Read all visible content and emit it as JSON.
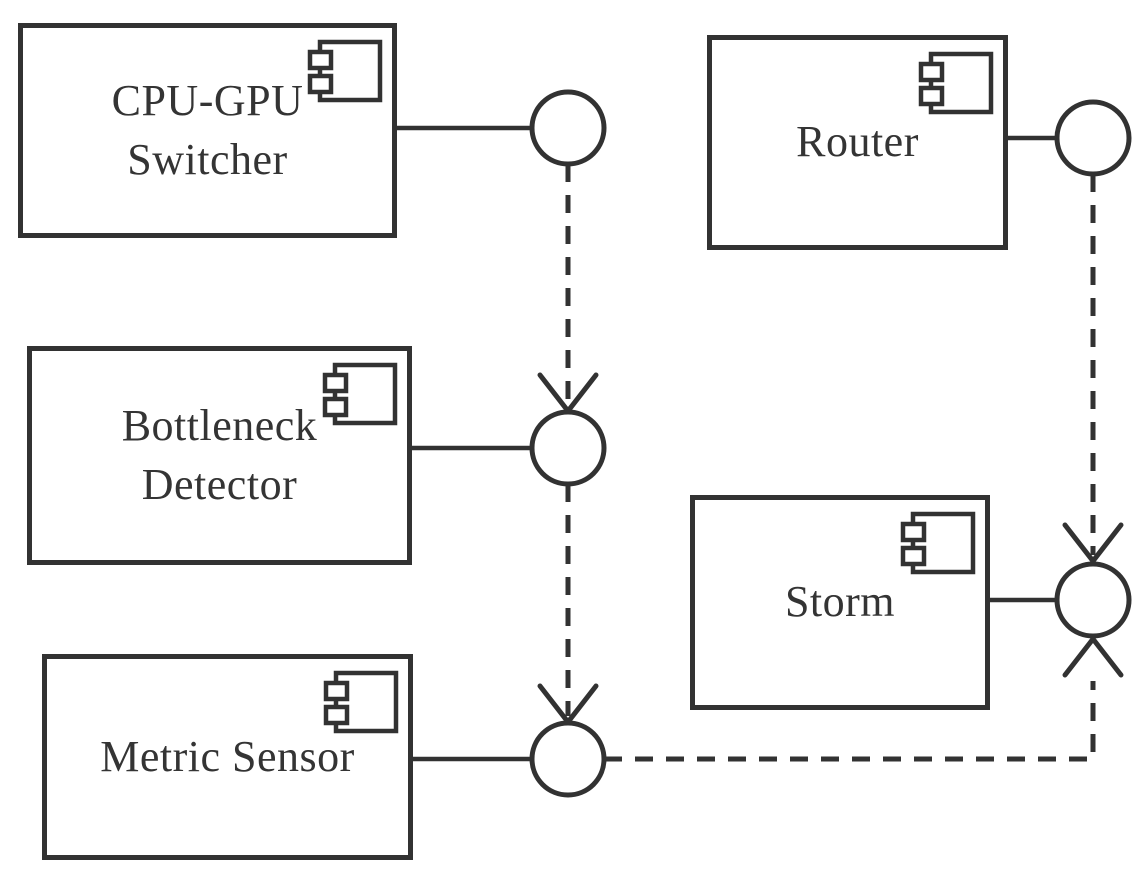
{
  "diagram": {
    "kind": "uml-component-diagram",
    "background_color": "#ffffff",
    "line_color": "#323232",
    "text_color": "#343434",
    "components": [
      {
        "id": "cpu-gpu-switcher",
        "label": "CPU-GPU\nSwitcher"
      },
      {
        "id": "router",
        "label": "Router"
      },
      {
        "id": "bottleneck-detector",
        "label": "Bottleneck\nDetector"
      },
      {
        "id": "storm",
        "label": "Storm"
      },
      {
        "id": "metric-sensor",
        "label": "Metric Sensor"
      }
    ],
    "interfaces": [
      {
        "component": "CPU-GPU Switcher",
        "symbol": "lollipop-circle",
        "side": "right"
      },
      {
        "component": "Router",
        "symbol": "lollipop-circle",
        "side": "right"
      },
      {
        "component": "Bottleneck Detector",
        "symbol": "lollipop-circle",
        "side": "right"
      },
      {
        "component": "Storm",
        "symbol": "lollipop-circle",
        "side": "right"
      },
      {
        "component": "Metric Sensor",
        "symbol": "lollipop-circle",
        "side": "right"
      }
    ],
    "connections": [
      {
        "from": "CPU-GPU Switcher",
        "to": "Bottleneck Detector",
        "style": "dashed",
        "arrow": "open-v"
      },
      {
        "from": "Bottleneck Detector",
        "to": "Metric Sensor",
        "style": "dashed",
        "arrow": "open-v"
      },
      {
        "from": "Router",
        "to": "Storm",
        "style": "dashed",
        "arrow": "open-v"
      },
      {
        "from": "Metric Sensor",
        "to": "Storm",
        "style": "dashed",
        "arrow": "open-v"
      }
    ]
  }
}
